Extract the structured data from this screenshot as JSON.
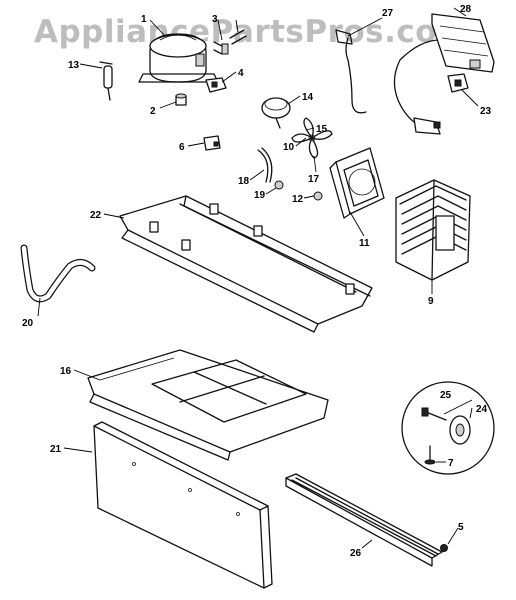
{
  "watermark": "AppliancePartsPros.com",
  "callouts": [
    {
      "id": "p1",
      "label": "1"
    },
    {
      "id": "p2",
      "label": "2"
    },
    {
      "id": "p3",
      "label": "3"
    },
    {
      "id": "p4",
      "label": "4"
    },
    {
      "id": "p5",
      "label": "5"
    },
    {
      "id": "p6",
      "label": "6"
    },
    {
      "id": "p7",
      "label": "7"
    },
    {
      "id": "p9",
      "label": "9"
    },
    {
      "id": "p10",
      "label": "10"
    },
    {
      "id": "p11",
      "label": "11"
    },
    {
      "id": "p12",
      "label": "12"
    },
    {
      "id": "p13",
      "label": "13"
    },
    {
      "id": "p14",
      "label": "14"
    },
    {
      "id": "p15",
      "label": "15"
    },
    {
      "id": "p16",
      "label": "16"
    },
    {
      "id": "p17",
      "label": "17"
    },
    {
      "id": "p18",
      "label": "18"
    },
    {
      "id": "p19",
      "label": "19"
    },
    {
      "id": "p20",
      "label": "20"
    },
    {
      "id": "p21",
      "label": "21"
    },
    {
      "id": "p22",
      "label": "22"
    },
    {
      "id": "p23",
      "label": "23"
    },
    {
      "id": "p24",
      "label": "24"
    },
    {
      "id": "p25",
      "label": "25"
    },
    {
      "id": "p26",
      "label": "26"
    },
    {
      "id": "p27",
      "label": "27"
    },
    {
      "id": "p28",
      "label": "28"
    }
  ]
}
